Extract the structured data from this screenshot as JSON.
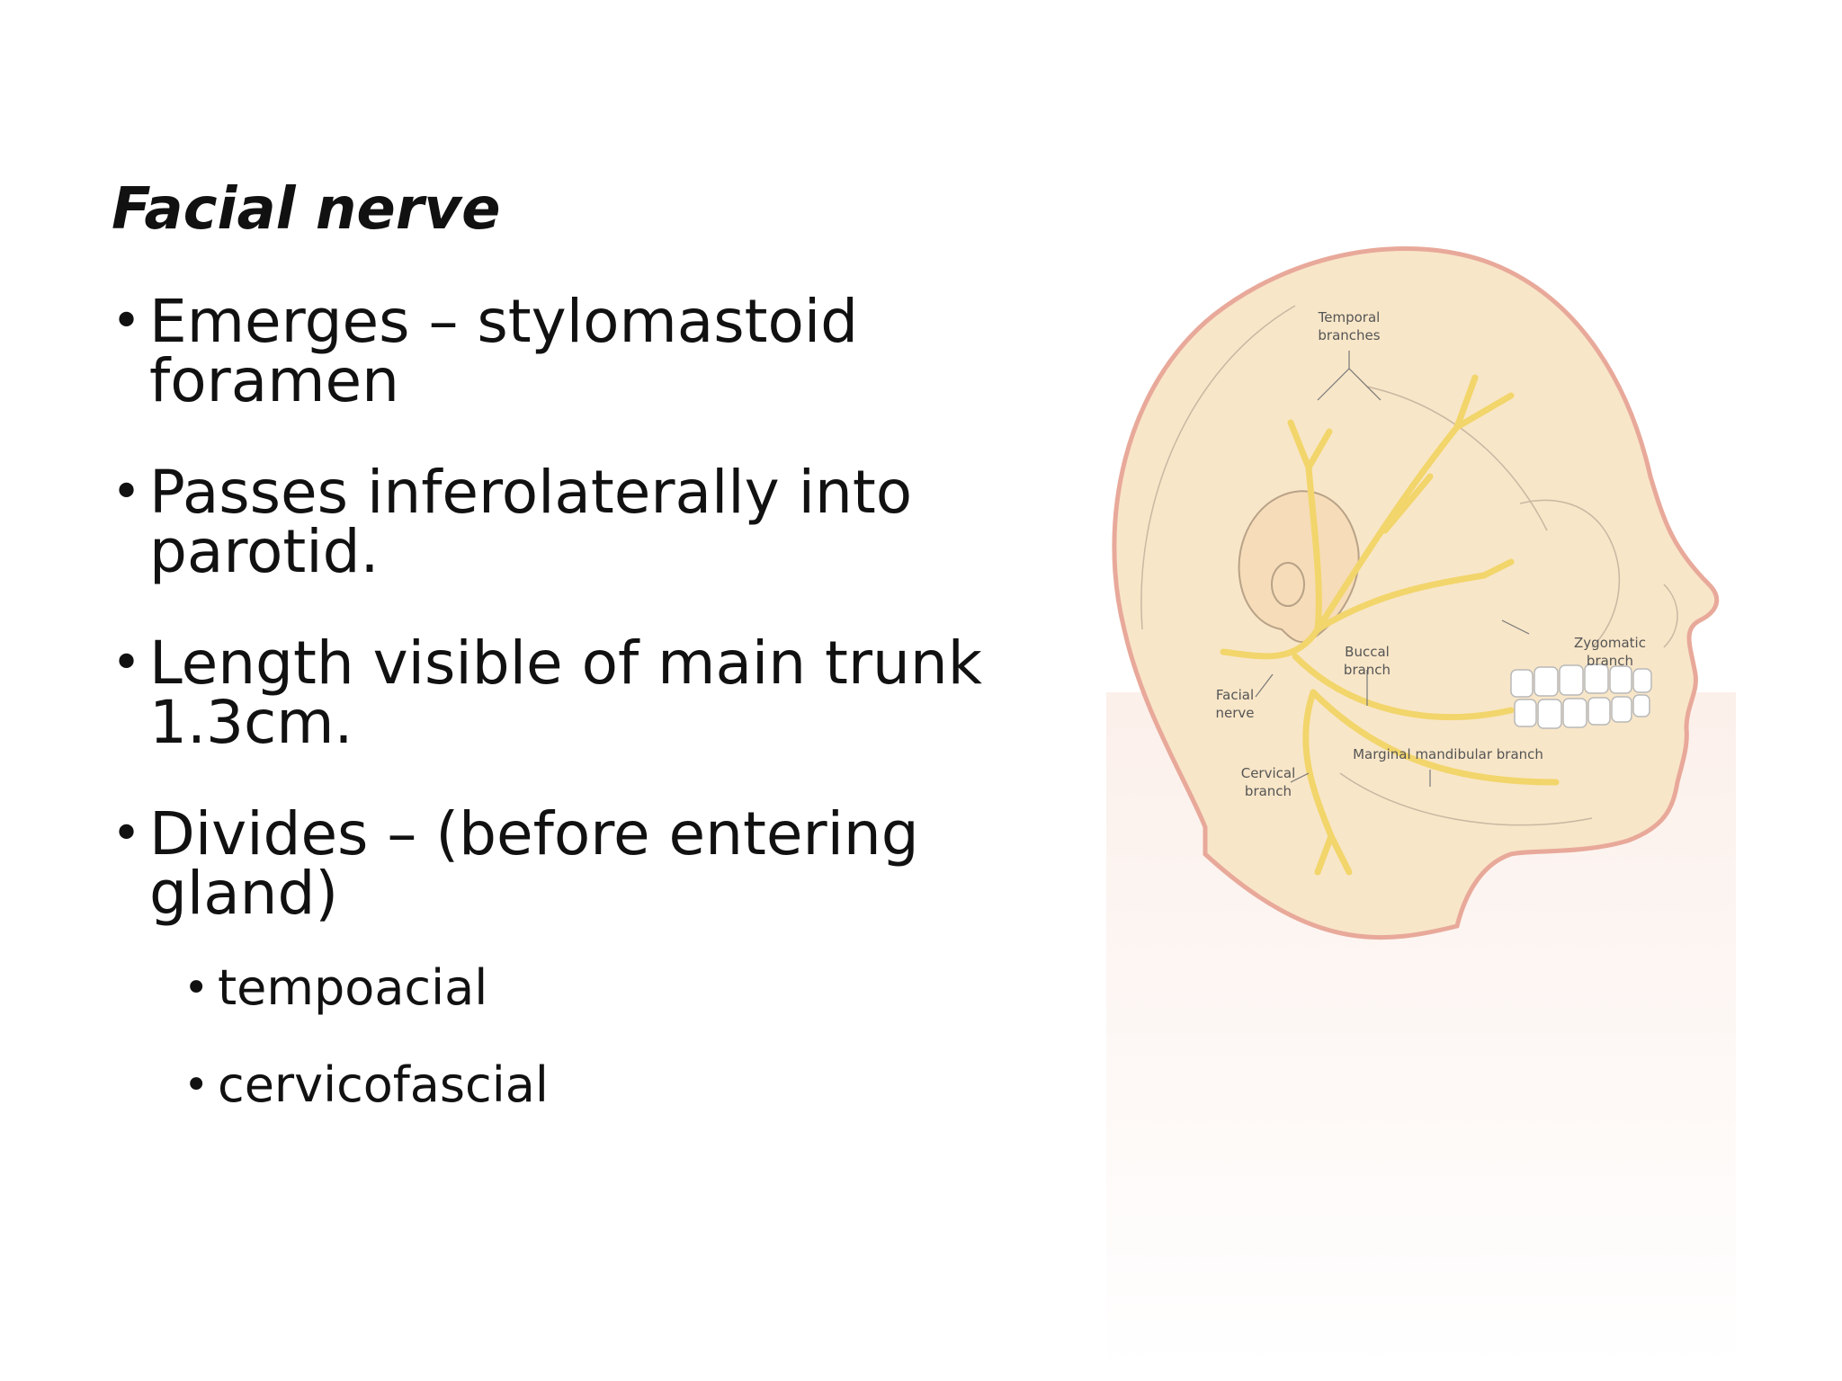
{
  "slide": {
    "title": "Facial nerve",
    "bullets": [
      "Emerges – stylomastoid foramen",
      "Passes inferolaterally into parotid.",
      "Length visible of main trunk 1.3cm.",
      "Divides – (before entering gland)"
    ],
    "sub_bullets": [
      "tempoacial",
      "cervicofascial"
    ]
  },
  "figure": {
    "labels": {
      "temporal_1": "Temporal",
      "temporal_2": "branches",
      "zygomatic_1": "Zygomatic",
      "zygomatic_2": "branch",
      "buccal_1": "Buccal",
      "buccal_2": "branch",
      "facial_1": "Facial",
      "facial_2": "nerve",
      "marginal": "Marginal mandibular branch",
      "cervical_1": "Cervical",
      "cervical_2": "branch"
    },
    "colors": {
      "skin": "#f8e6c8",
      "outline": "#e8a99a",
      "nerve": "#f2d56b",
      "neck_glow": "#fbeee8"
    }
  }
}
